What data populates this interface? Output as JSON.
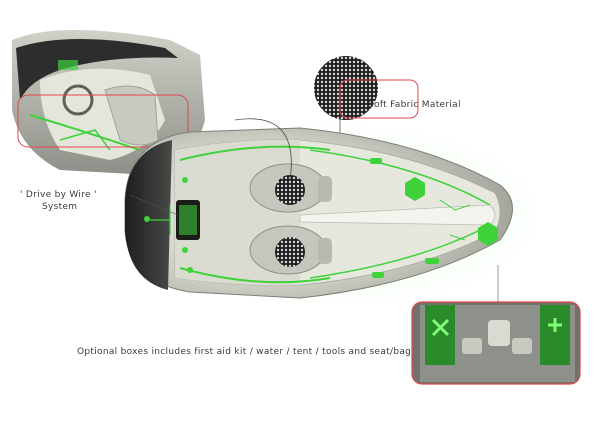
{
  "annotations": {
    "soft_fabric": "Soft Fabric Material",
    "drive_by_wire_line1": "' Drive by Wire '",
    "drive_by_wire_line2": "System",
    "optional_boxes": "Optional boxes includes first aid kit  / water / tent / tools and seat/bag"
  },
  "colors": {
    "accent_green": "#3fd23a",
    "callout_red": "#e0464e",
    "shell": "#d4d6cc",
    "dark_trim": "#2b2e2c"
  }
}
